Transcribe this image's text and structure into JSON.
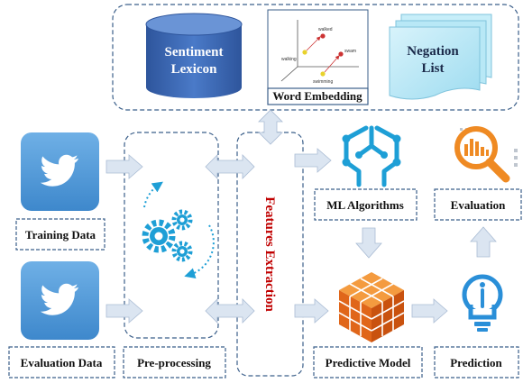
{
  "resources": {
    "sentiment_lexicon": {
      "line1": "Sentiment",
      "line2": "Lexicon"
    },
    "word_embedding": {
      "label": "Word Embedding",
      "points": {
        "walked": "walked",
        "walking": "walking",
        "swam": "swam",
        "swimming": "swimming"
      }
    },
    "negation_list": {
      "line1": "Negation",
      "line2": "List"
    }
  },
  "inputs": {
    "training_data": "Training Data",
    "evaluation_data": "Evaluation Data"
  },
  "stages": {
    "preprocessing": "Pre-processing",
    "features_extraction": "Features Extraction",
    "ml_algorithms": "ML Algorithms",
    "predictive_model": "Predictive Model",
    "prediction": "Prediction",
    "evaluation": "Evaluation"
  },
  "icons": {
    "training_data": "twitter-bird-icon",
    "evaluation_data": "twitter-bird-icon",
    "preprocessing": "gears-icon",
    "ml_algorithms": "brain-circuit-icon",
    "predictive_model": "cube-grid-icon",
    "prediction": "lightbulb-icon",
    "evaluation": "magnifier-chart-icon"
  },
  "colors": {
    "twitter_tile": "#4f99d8",
    "database": "#3f6bb5",
    "features_text": "#c00000",
    "arrow": "#dbe5f1",
    "ml_icon": "#1e9fd6",
    "cube": "#e8731d",
    "evaluation_icon": "#ef8a23",
    "prediction_icon": "#2a8fd8"
  }
}
